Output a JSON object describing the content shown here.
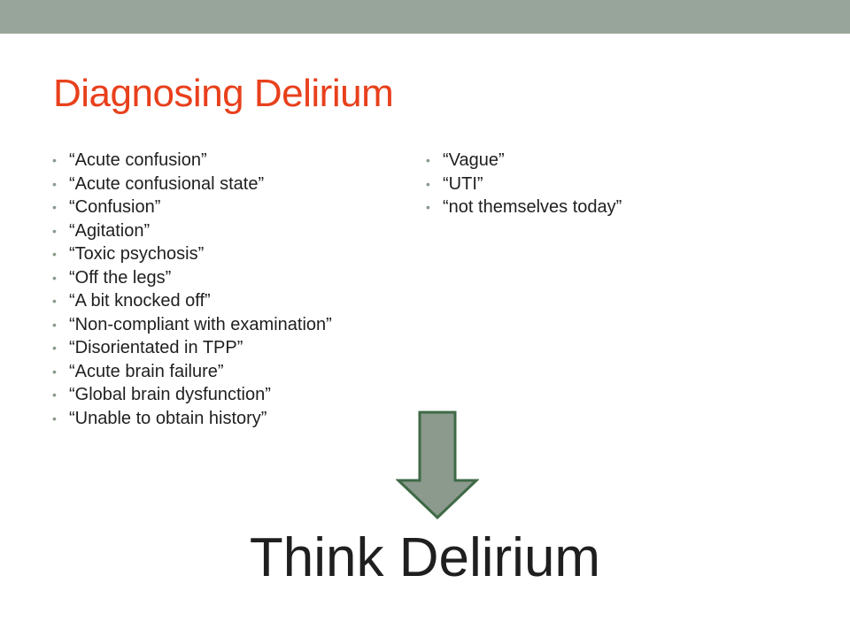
{
  "colors": {
    "accent_bar": "#98a59a",
    "title": "#e8401c",
    "arrow_fill": "#8c9a8e",
    "arrow_stroke": "#3f6a47"
  },
  "slide": {
    "title": "Diagnosing Delirium",
    "left_bullets": [
      "“Acute confusion”",
      "“Acute confusional state”",
      "“Confusion”",
      "“Agitation”",
      "“Toxic psychosis”",
      "“Off the legs”",
      "“A bit knocked off”",
      "“Non-compliant with examination”",
      "“Disorientated in TPP”",
      "“Acute brain failure”",
      "“Global brain dysfunction”",
      "“Unable to obtain history”"
    ],
    "right_bullets": [
      "“Vague”",
      "“UTI”",
      "“not themselves today”"
    ],
    "arrow_icon": "down-arrow-icon",
    "conclusion": "Think Delirium"
  }
}
